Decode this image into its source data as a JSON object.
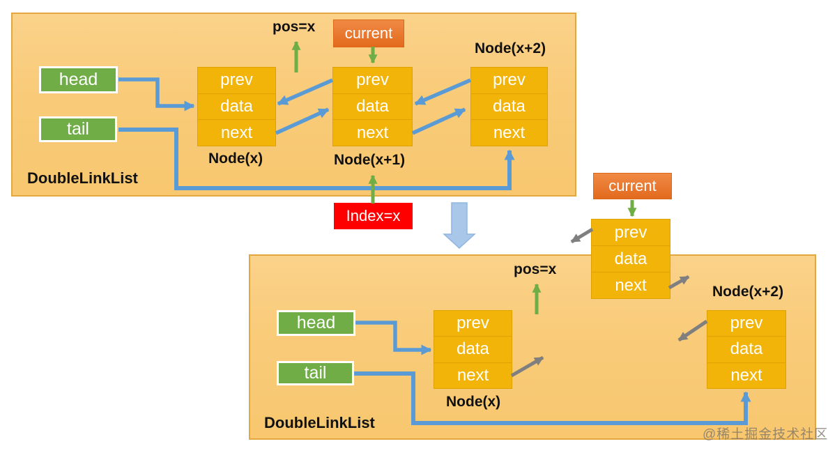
{
  "cell_labels": [
    "prev",
    "data",
    "next"
  ],
  "upper_panel": {
    "title": "DoubleLinkList",
    "head_label": "head",
    "tail_label": "tail",
    "node_labels": [
      "Node(x)",
      "Node(x+1)",
      "Node(x+2)"
    ],
    "pos_label": "pos=x",
    "current_label": "current"
  },
  "index_label": "Index=x",
  "lower_panel": {
    "title": "DoubleLinkList",
    "head_label": "head",
    "tail_label": "tail",
    "node_labels": [
      "Node(x)",
      "Node(x+2)"
    ],
    "pos_label": "pos=x",
    "current_label": "current"
  },
  "watermark": "@稀土掘金技术社区",
  "colors": {
    "panel_bg": "#F9CB79",
    "panel_border": "#E3A73F",
    "node_cell_fill": "#F2B408",
    "node_cell_border": "#DFA203",
    "green_box": "#70AD47",
    "orange_box": "#ED7D31",
    "red_box": "#FF0000",
    "arrow_blue": "#5B9BD5",
    "arrow_gray": "#7F7F7F",
    "arrow_green": "#6FAD47",
    "fat_arrow_fill": "#A9C7E9"
  }
}
